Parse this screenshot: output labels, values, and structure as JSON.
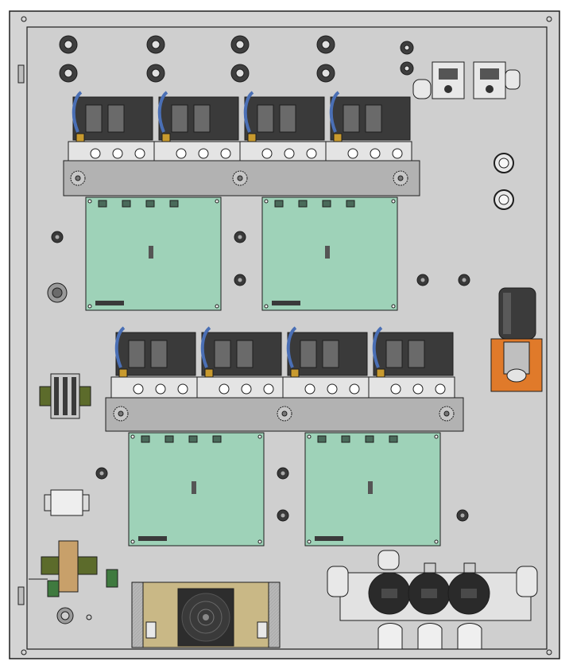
{
  "diagram": {
    "kind": "control-panel-layout",
    "colors": {
      "enclosure_fill": "#d4d4d4",
      "backplate_fill": "#cfcfcf",
      "rail_fill": "#b2b2b2",
      "board_fill": "#9ed2b8",
      "valve_body": "#e4e4e4",
      "solenoid": "#6a6a6a",
      "nut": "#3a3a3a",
      "brass": "#c89a2e",
      "blue_tube": "#4a6fb5",
      "power_supply": "#c9b886",
      "accessory_orange": "#e07a2a",
      "terminal_green": "#5c6b2b",
      "outline": "#1e1e1e"
    },
    "counts": {
      "valve_assemblies": 8,
      "circuit_boards": 4,
      "mounting_rails": 2,
      "top_glands": 10
    }
  }
}
